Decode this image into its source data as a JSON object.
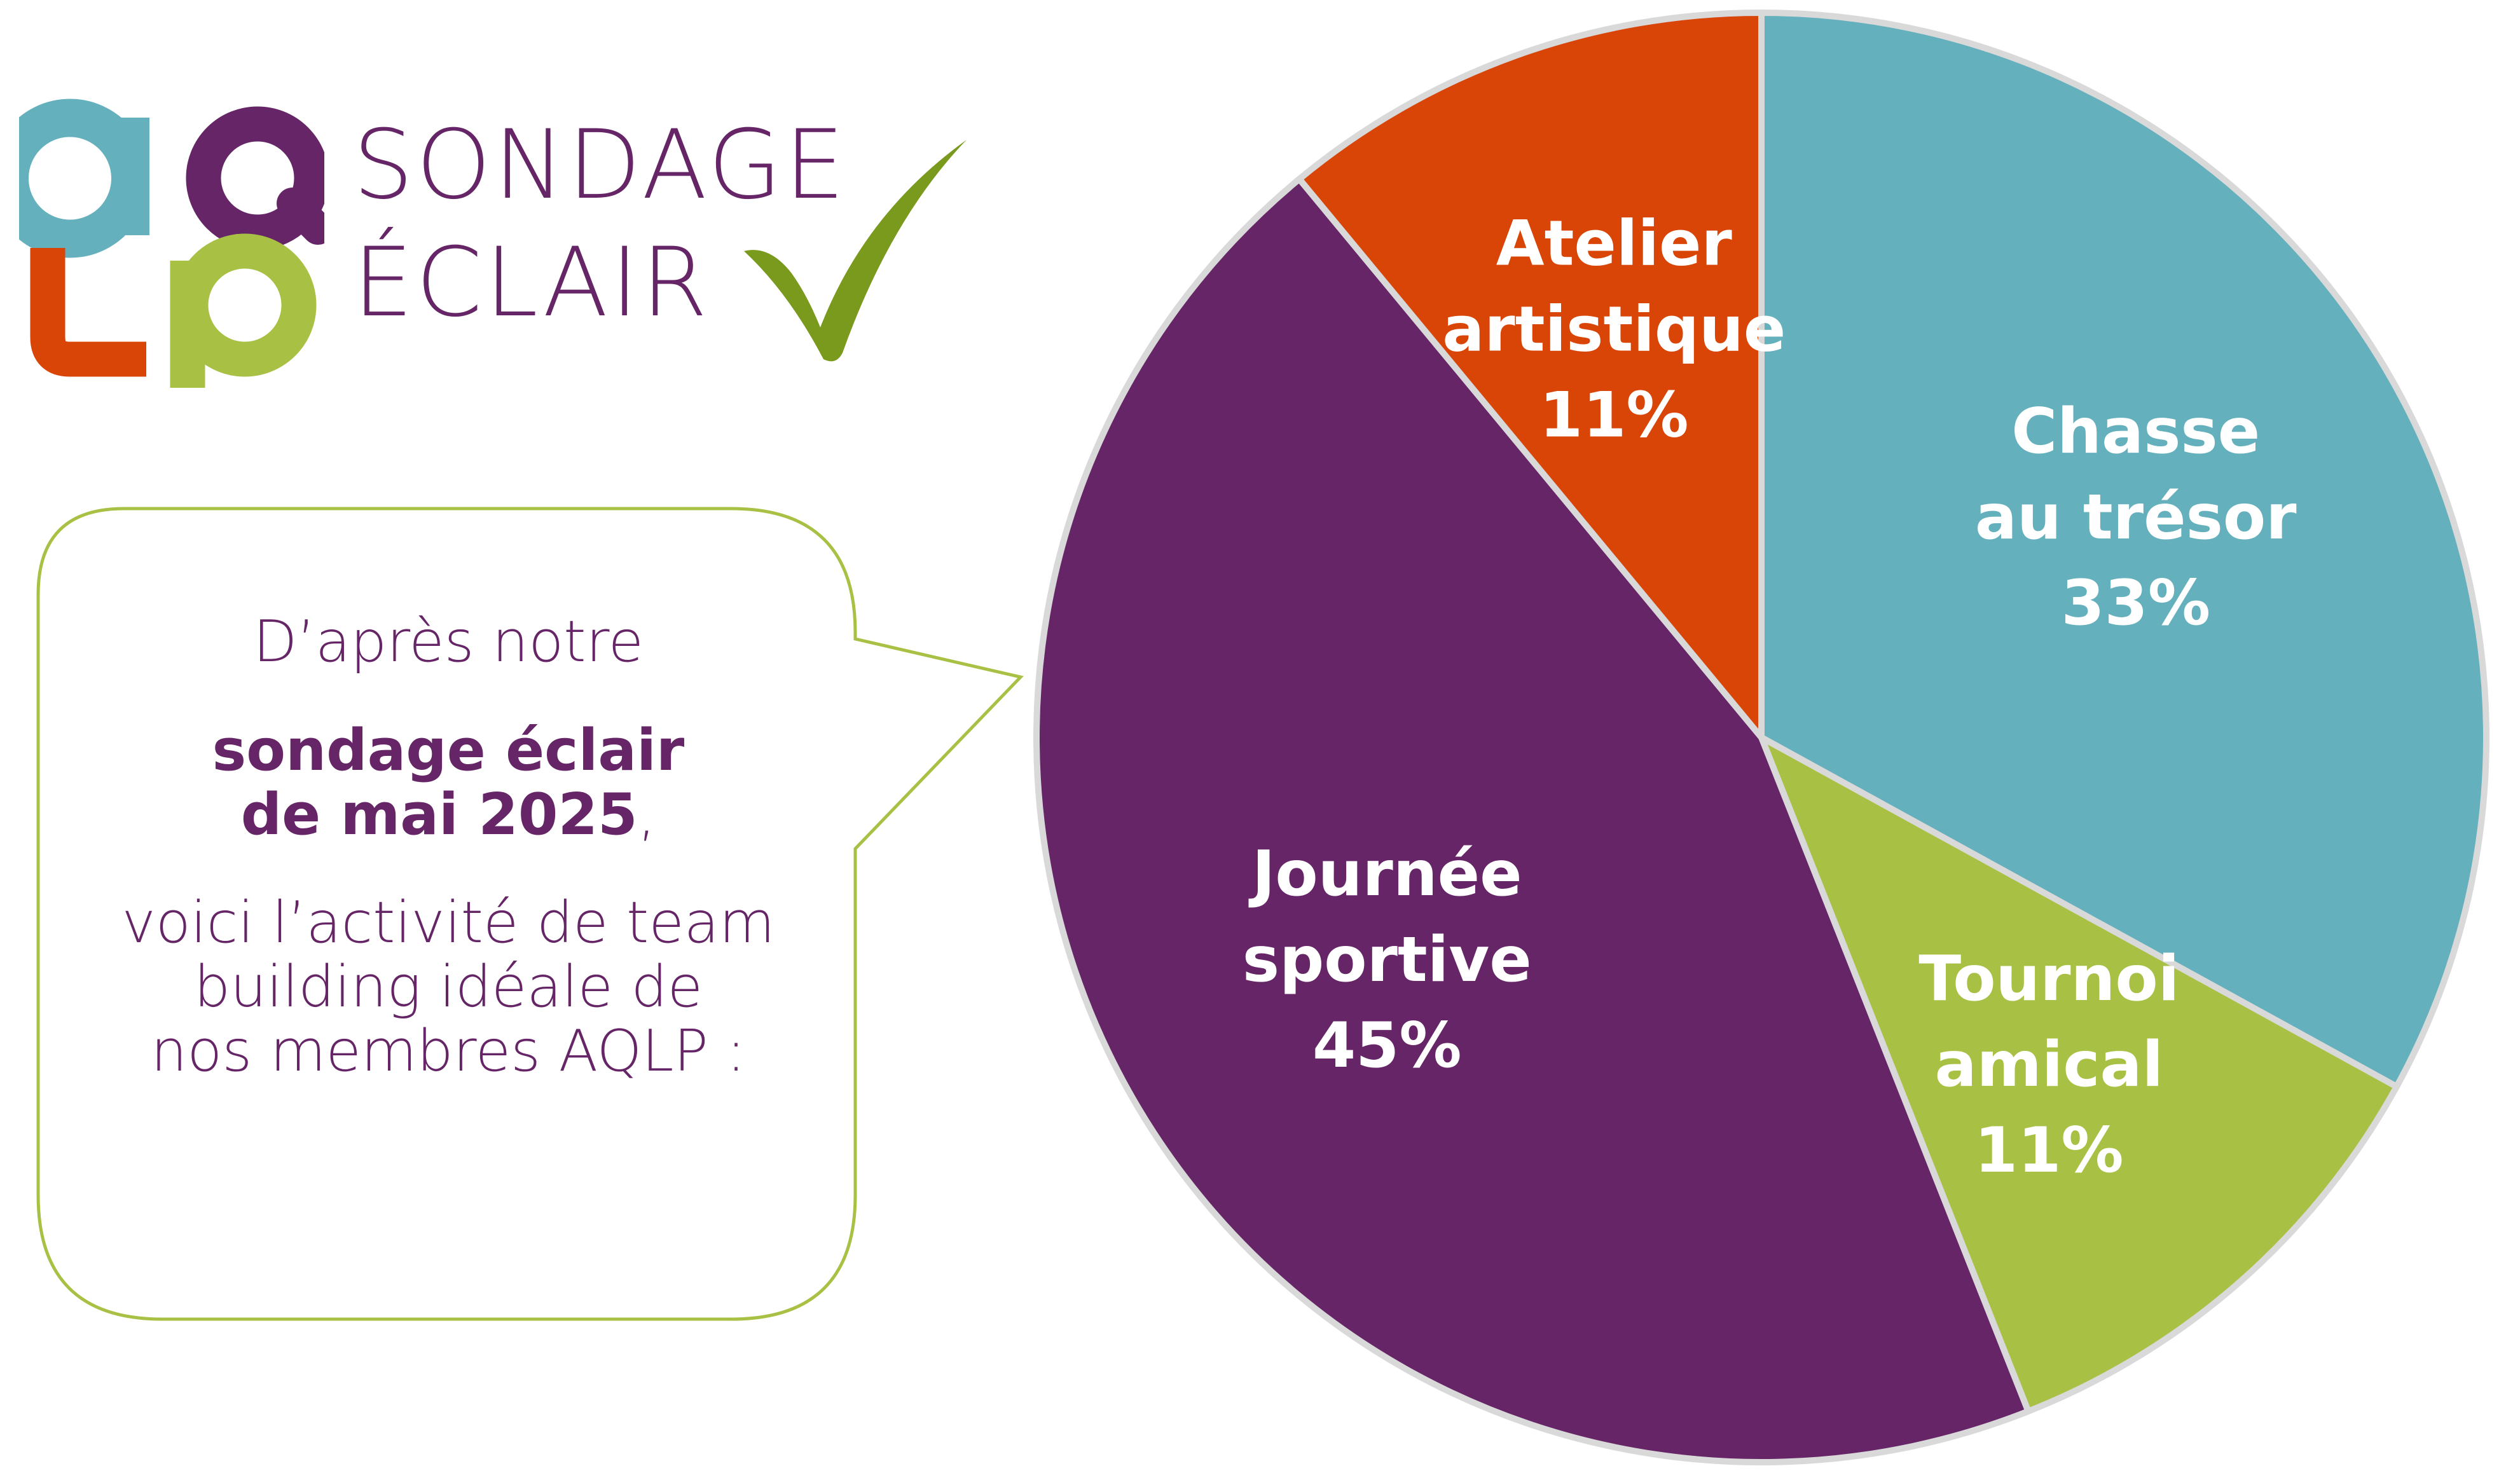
{
  "header": {
    "logo_text": "aqlp",
    "title_line1": "SONDAGE",
    "title_line2": "ÉCLAIR"
  },
  "bubble": {
    "intro": "D’après notre",
    "bold_line1": "sondage éclair",
    "bold_line2": "de mai 2025",
    "bold_suffix": ",",
    "outro_line1": "voici l’activité de team",
    "outro_line2": "building idéale de",
    "outro_line3": "nos membres AQLP :"
  },
  "colors": {
    "purple": "#652566",
    "teal": "#65b0bd",
    "orange": "#d94407",
    "green": "#a8c144",
    "check": "#7a9a1e",
    "bubble_border": "#a8c144"
  },
  "chart_data": {
    "type": "pie",
    "start": "12 o'clock, clockwise",
    "slices": [
      {
        "label_lines": [
          "Chasse",
          "au trésor"
        ],
        "value": 33,
        "display": "33%",
        "color": "#65b0bd"
      },
      {
        "label_lines": [
          "Tournoi",
          "amical"
        ],
        "value": 11,
        "display": "11%",
        "color": "#a8c144"
      },
      {
        "label_lines": [
          "Journée",
          "sportive"
        ],
        "value": 45,
        "display": "45%",
        "color": "#652566"
      },
      {
        "label_lines": [
          "Atelier",
          "artistique"
        ],
        "value": 11,
        "display": "11%",
        "color": "#d94407"
      }
    ]
  }
}
